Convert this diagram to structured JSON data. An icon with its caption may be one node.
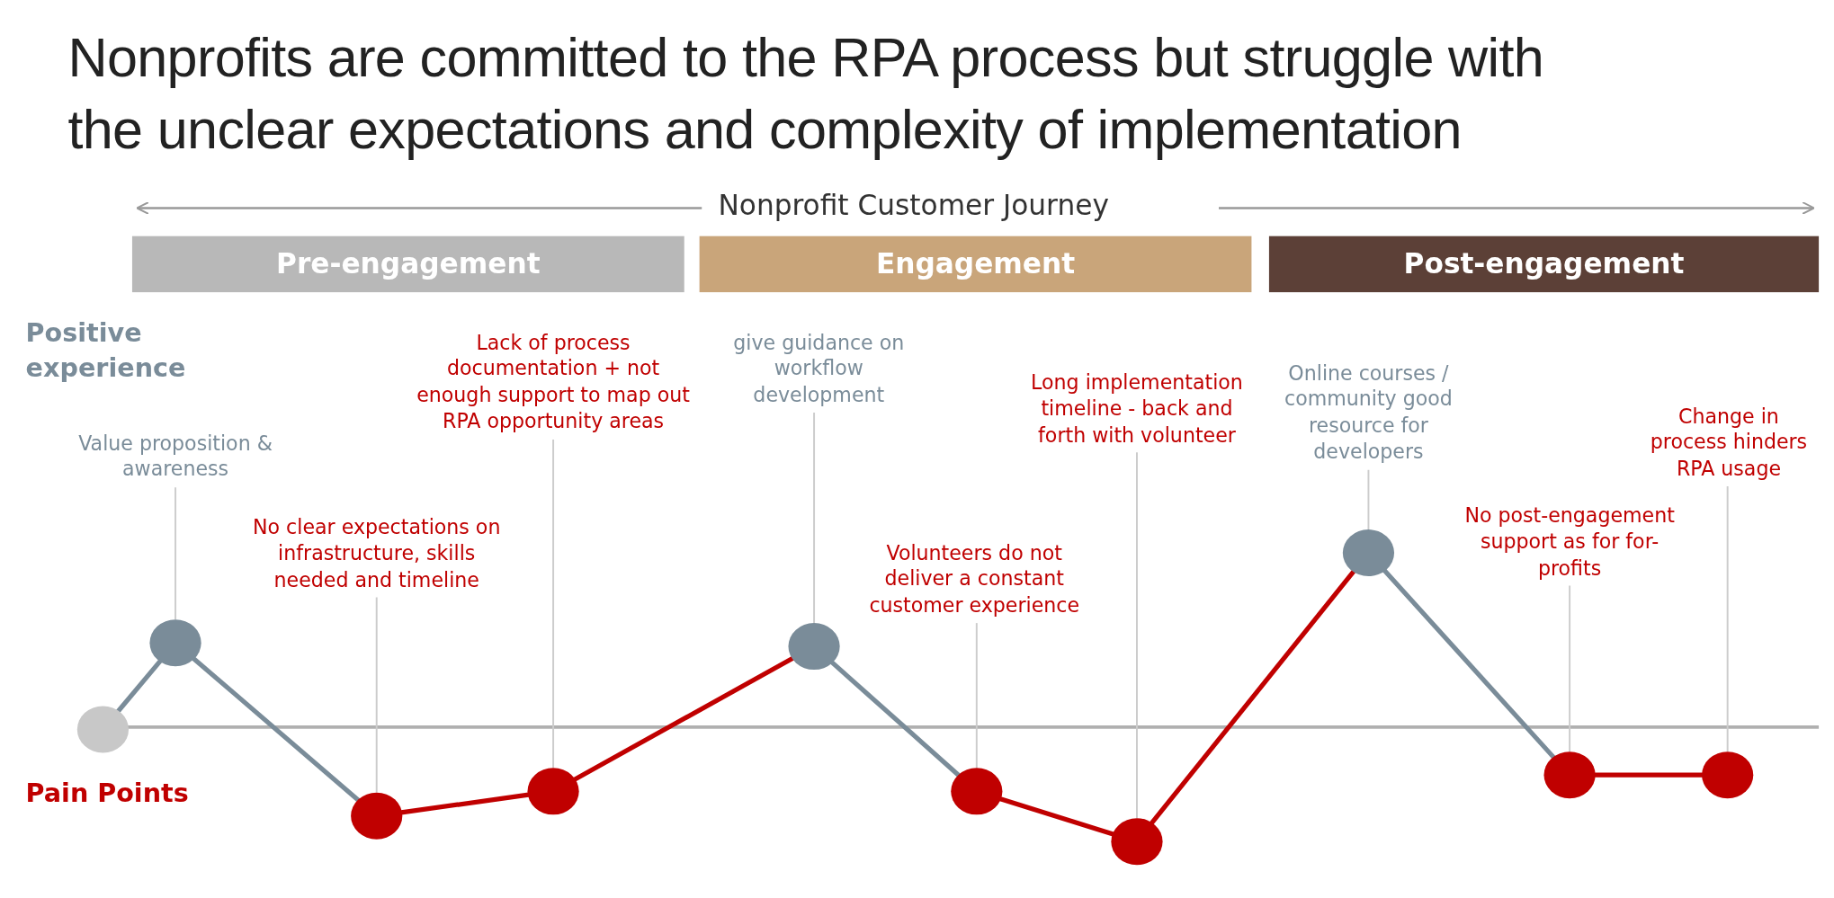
{
  "diagram": {
    "title": "Nonprofits are committed to the RPA process but struggle with the unclear expectations and complexity of implementation",
    "nodes": [
      {
        "text": [
          "Pre-engagement"
        ]
      },
      {
        "text": [
          "Engagement"
        ]
      },
      {
        "text": [
          "Post-engagement"
        ]
      },
      {
        "text": [
          "Value proposition & awareness"
        ]
      },
      {
        "text": [
          "No clear expectations on infrastructure, skills needed and timeline"
        ]
      },
      {
        "text": [
          "Lack of process documentation + not enough support to map out RPA opportunity areas"
        ]
      },
      {
        "text": [
          "give guidance on workflow development"
        ]
      },
      {
        "text": [
          "Volunteers do not deliver a constant customer experience"
        ]
      },
      {
        "text": [
          "Long implementation timeline - back and forth with volunteer"
        ]
      },
      {
        "text": [
          "Online courses / community good resource for developers"
        ]
      },
      {
        "text": [
          "No post-engagement support as for for-profits"
        ]
      },
      {
        "text": [
          "Change in process hinders RPA usage"
        ]
      },
      {
        "text": [],
        "shape": "circle"
      },
      {
        "text": [],
        "shape": "circle"
      },
      {
        "text": [],
        "shape": "circle"
      },
      {
        "text": [],
        "shape": "circle"
      },
      {
        "text": [],
        "shape": "circle"
      },
      {
        "text": [],
        "shape": "circle"
      },
      {
        "text": [],
        "shape": "circle"
      },
      {
        "text": [],
        "shape": "circle"
      },
      {
        "text": [],
        "shape": "circle"
      },
      {
        "text": [],
        "shape": "circle"
      }
    ],
    "edges": [
      {
        "from": 3,
        "to": 13,
        "arrow": "none",
        "color": "#cccccc"
      },
      {
        "from": 4,
        "to": 14,
        "arrow": "none",
        "color": "#cccccc"
      },
      {
        "from": 5,
        "to": 15,
        "arrow": "none",
        "color": "#cccccc"
      },
      {
        "from": 6,
        "to": 16,
        "arrow": "none",
        "color": "#cccccc"
      },
      {
        "from": 7,
        "to": 17,
        "arrow": "none",
        "color": "#cccccc"
      },
      {
        "from": 8,
        "to": 18,
        "arrow": "none",
        "color": "#cccccc"
      },
      {
        "from": 9,
        "to": 19,
        "arrow": "none",
        "color": "#cccccc"
      },
      {
        "from": 10,
        "to": 20,
        "arrow": "none",
        "color": "#cccccc"
      },
      {
        "from": 11,
        "to": 21,
        "arrow": "none",
        "color": "#cccccc"
      },
      {
        "from": 12,
        "to": 13,
        "arrow": "none",
        "style": "thick",
        "color": "#7a8c99"
      },
      {
        "from": 13,
        "to": 14,
        "arrow": "none",
        "style": "thick",
        "color": "#7a8c99"
      },
      {
        "from": 14,
        "to": 15,
        "arrow": "none",
        "style": "thick",
        "color": "#c00000"
      },
      {
        "from": 15,
        "to": 16,
        "arrow": "none",
        "style": "thick",
        "color": "#c00000"
      },
      {
        "from": 16,
        "to": 17,
        "arrow": "none",
        "style": "thick",
        "color": "#7a8c99"
      },
      {
        "from": 17,
        "to": 18,
        "arrow": "none",
        "style": "thick",
        "color": "#c00000"
      },
      {
        "from": 18,
        "to": 19,
        "arrow": "none",
        "style": "thick",
        "color": "#c00000"
      },
      {
        "from": 19,
        "to": 20,
        "arrow": "none",
        "style": "thick",
        "color": "#7a8c99"
      },
      {
        "from": 20,
        "to": 21,
        "arrow": "none",
        "style": "thick",
        "color": "#c00000"
      }
    ],
    "labels": [
      "Nonprofit Customer Journey",
      "Positive experience",
      "Pain Points"
    ]
  }
}
